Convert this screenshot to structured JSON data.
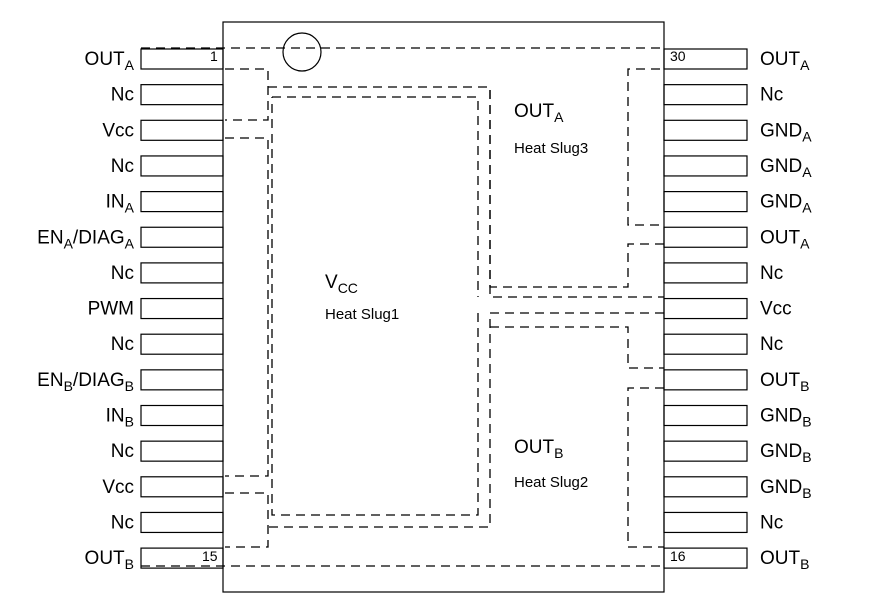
{
  "left_pins": [
    {
      "main": "OUT",
      "sub": "A"
    },
    {
      "main": "Nc",
      "sub": ""
    },
    {
      "main": "Vcc",
      "sub": ""
    },
    {
      "main": "Nc",
      "sub": ""
    },
    {
      "main": "IN",
      "sub": "A"
    },
    {
      "main": "EN",
      "sub": "A",
      "main2": "/DIAG",
      "sub2": "A"
    },
    {
      "main": "Nc",
      "sub": ""
    },
    {
      "main": "PWM",
      "sub": ""
    },
    {
      "main": "Nc",
      "sub": ""
    },
    {
      "main": "EN",
      "sub": "B",
      "main2": "/DIAG",
      "sub2": "B"
    },
    {
      "main": "IN",
      "sub": "B"
    },
    {
      "main": "Nc",
      "sub": ""
    },
    {
      "main": "Vcc",
      "sub": ""
    },
    {
      "main": "Nc",
      "sub": ""
    },
    {
      "main": "OUT",
      "sub": "B"
    }
  ],
  "right_pins": [
    {
      "main": "OUT",
      "sub": "A"
    },
    {
      "main": "Nc",
      "sub": ""
    },
    {
      "main": "GND",
      "sub": "A"
    },
    {
      "main": "GND",
      "sub": "A"
    },
    {
      "main": "GND",
      "sub": "A"
    },
    {
      "main": "OUT",
      "sub": "A"
    },
    {
      "main": "Nc",
      "sub": ""
    },
    {
      "main": "Vcc",
      "sub": ""
    },
    {
      "main": "Nc",
      "sub": ""
    },
    {
      "main": "OUT",
      "sub": "B"
    },
    {
      "main": "GND",
      "sub": "B"
    },
    {
      "main": "GND",
      "sub": "B"
    },
    {
      "main": "GND",
      "sub": "B"
    },
    {
      "main": "Nc",
      "sub": ""
    },
    {
      "main": "OUT",
      "sub": "B"
    }
  ],
  "pin_numbers": {
    "top_left": "1",
    "bottom_left": "15",
    "top_right": "30",
    "bottom_right": "16"
  },
  "slugs": [
    {
      "id": "slug1",
      "main": "V",
      "sub": "CC",
      "caption": "Heat Slug1"
    },
    {
      "id": "slug3",
      "main": "OUT",
      "sub": "A",
      "caption": "Heat Slug3"
    },
    {
      "id": "slug2",
      "main": "OUT",
      "sub": "B",
      "caption": "Heat Slug2"
    }
  ]
}
